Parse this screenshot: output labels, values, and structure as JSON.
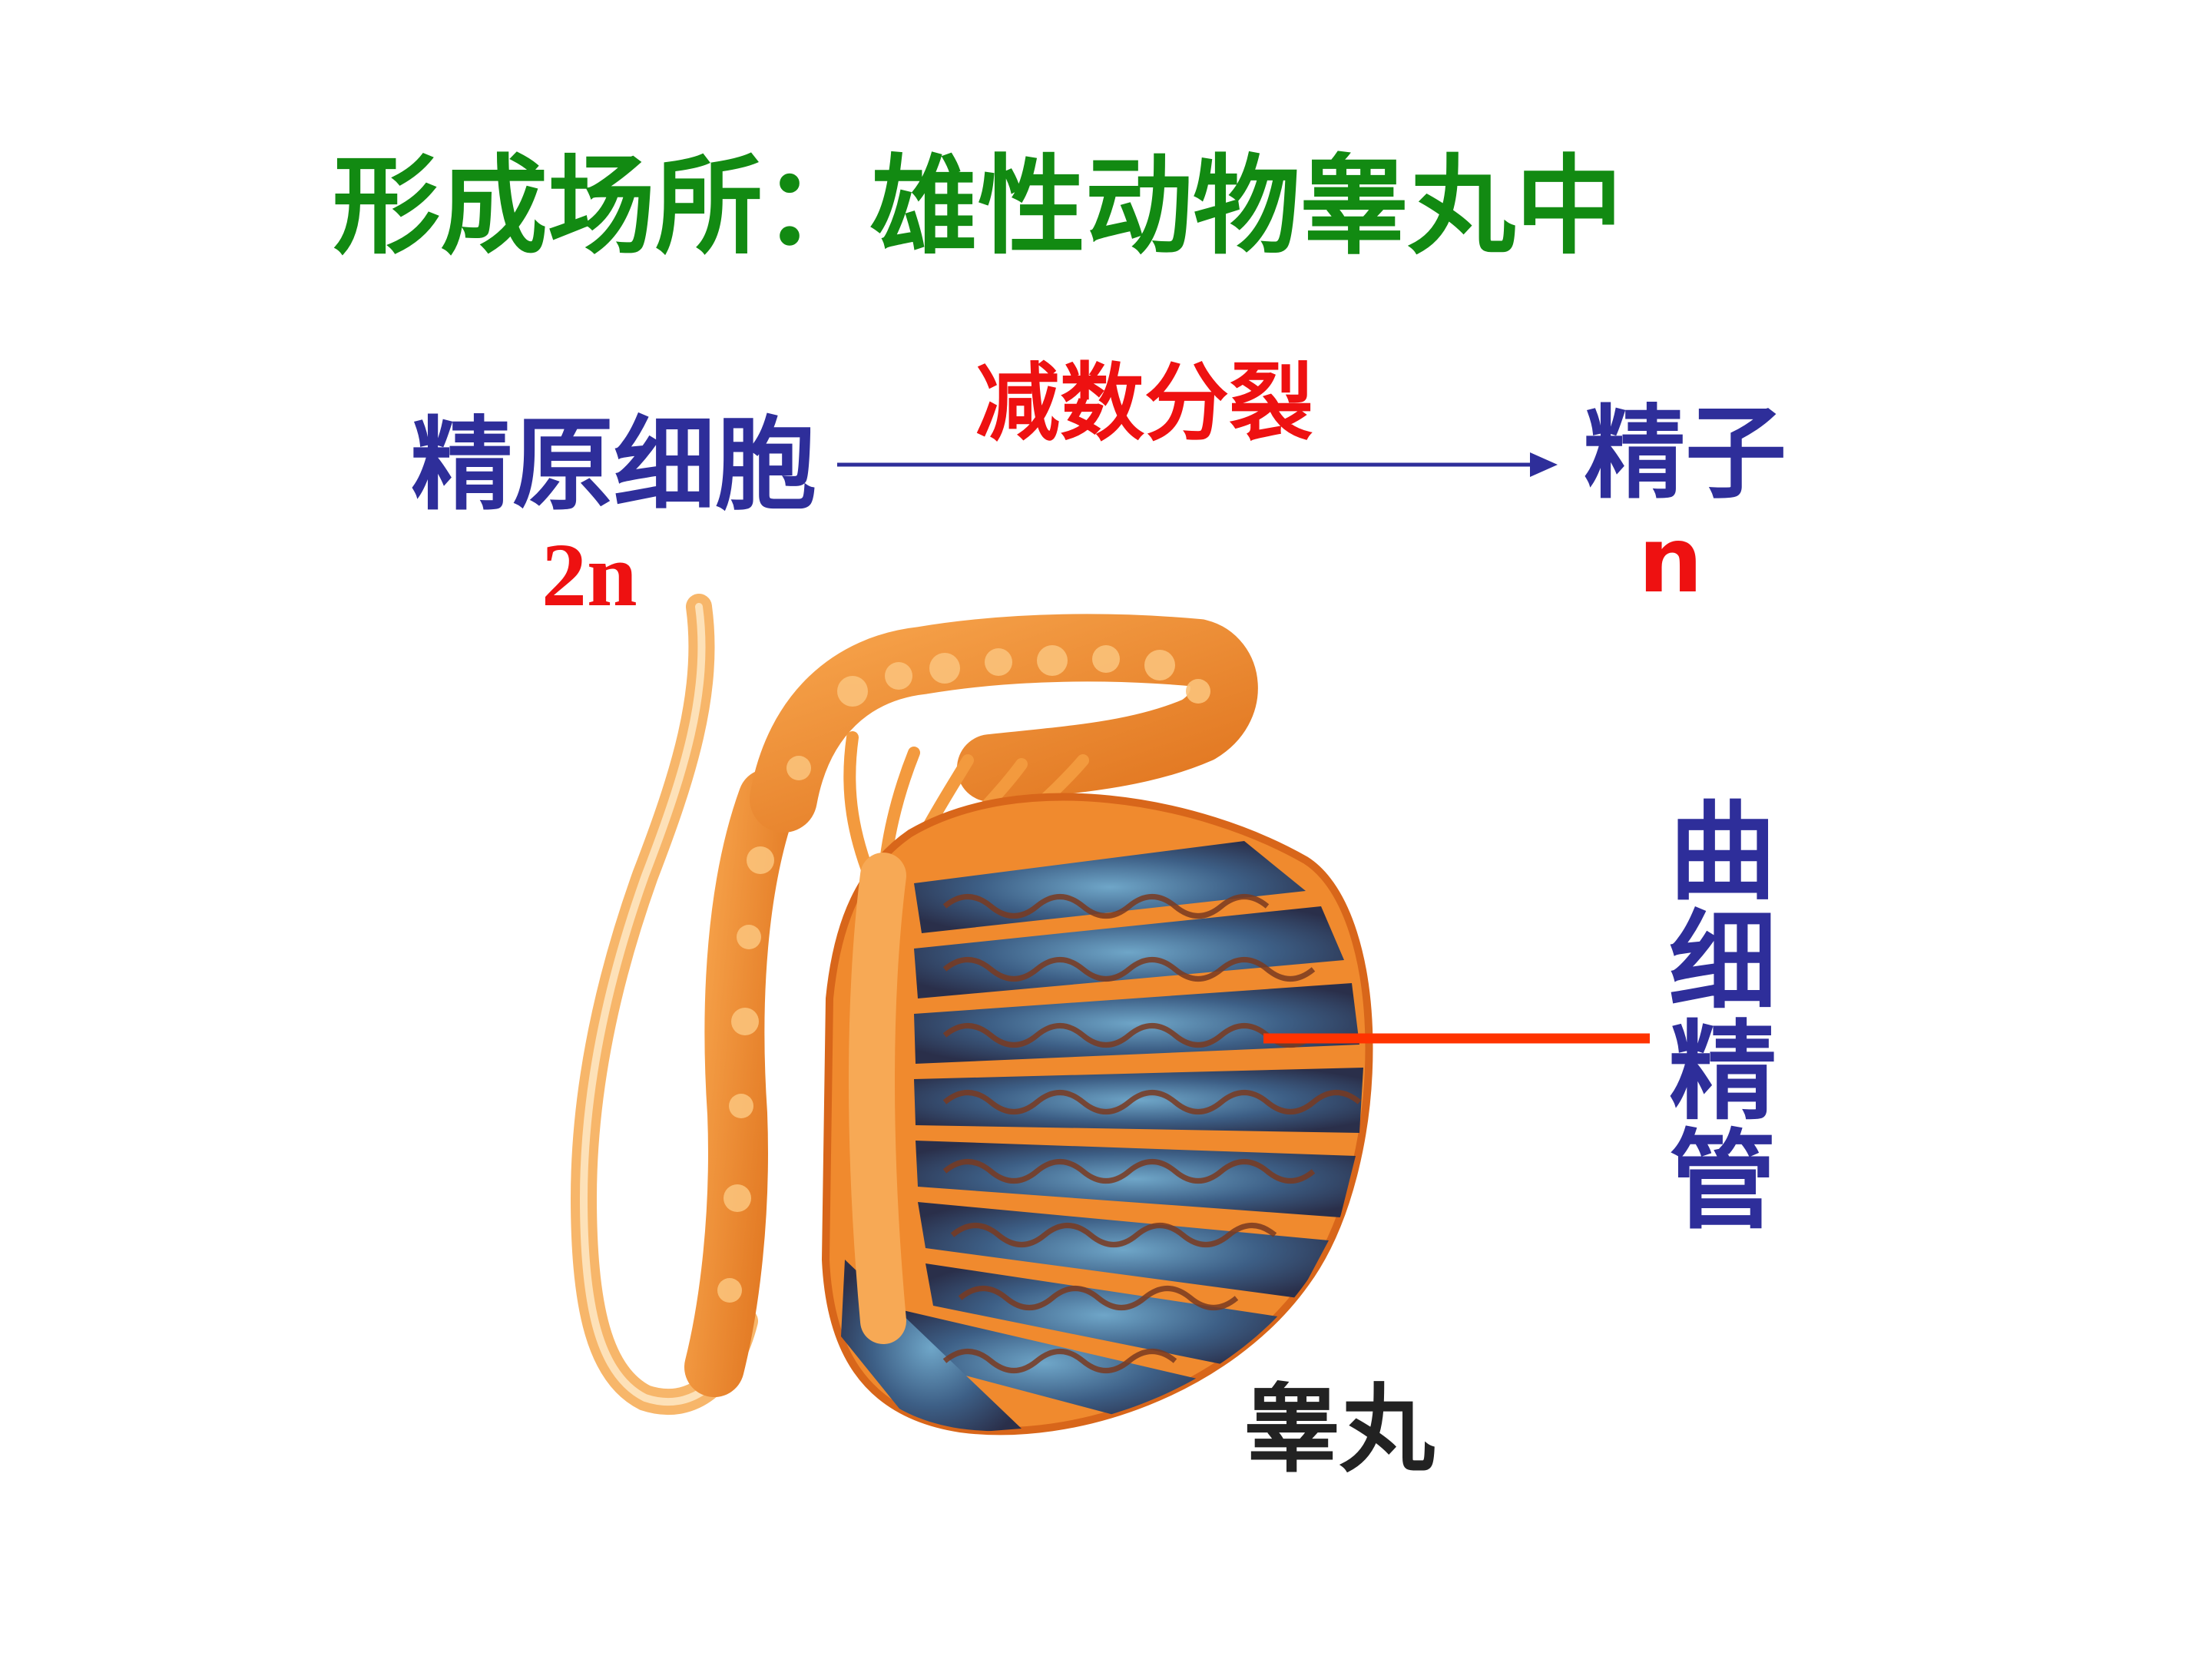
{
  "title": "形成场所：雄性动物睾丸中",
  "process": {
    "label": "减数分裂",
    "source": "精原细胞",
    "source_ploidy": "2n",
    "product": "精子",
    "product_ploidy": "n"
  },
  "labels": {
    "tubule": "曲细精管",
    "organ": "睾丸"
  },
  "colors": {
    "title": "#128a12",
    "cell_names": "#2e2e9a",
    "ploidy": "#ee1111",
    "leader_line": "#ff3300",
    "organ_label": "#222222"
  }
}
